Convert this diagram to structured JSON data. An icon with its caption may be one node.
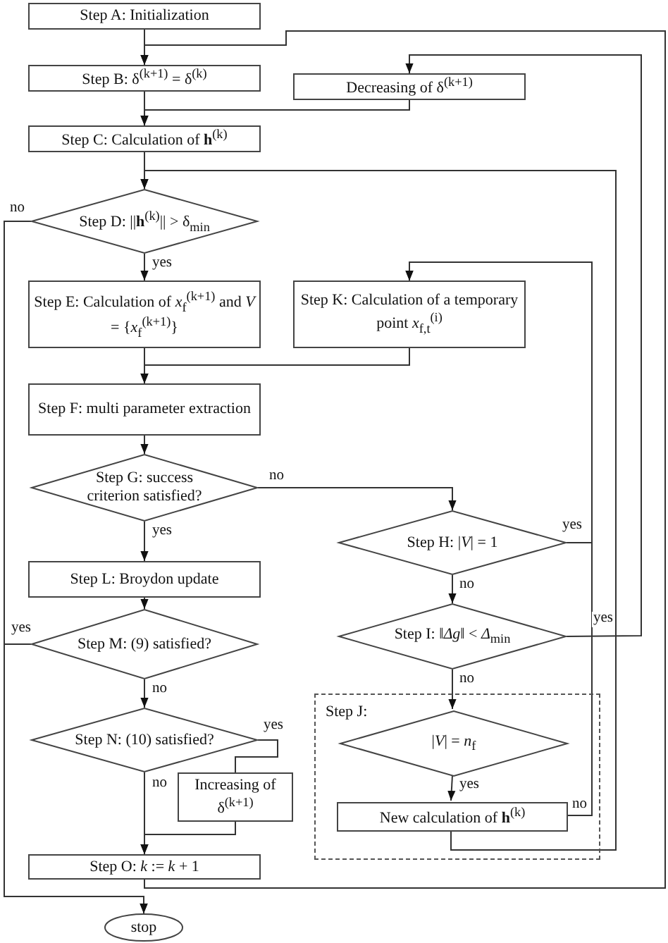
{
  "diagram": {
    "nodes": [
      {
        "text": [
          "Step A: Initialization"
        ]
      },
      {
        "text": [
          "Step B: δ$^{(k+1)}$ = δ$^{(k)}$"
        ]
      },
      {
        "text": [
          "Decreasing of δ$^{(k+1)}$"
        ]
      },
      {
        "text": [
          "Step C: Calculation of **h**$^{(k)}$"
        ]
      },
      {
        "text": [
          "Step D: ||**h**$^{(k)}$|| > δ$_{min}$"
        ]
      },
      {
        "text": [
          "Step E: Calculation of *x*$_{f}$$^{(k+1)}$ and *V* = {*x*$_{f}$$^{(k+1)}$}"
        ]
      },
      {
        "text": [
          "Step K: Calculation of a temporary point *x*$_{f,t}$$^{(i)}$"
        ]
      },
      {
        "text": [
          "Step F: multi parameter extraction"
        ]
      },
      {
        "text": [
          "Step G: success criterion satisfied?"
        ]
      },
      {
        "text": [
          "Step H: |*V*| = 1"
        ]
      },
      {
        "text": [
          "Step L: Broydon update"
        ]
      },
      {
        "text": [
          "Step I: ‖*Δg*‖ < *Δ*$_{min}$"
        ]
      },
      {
        "text": [
          "Step M: (9) satisfied?"
        ]
      },
      {
        "text": [
          "Step J:"
        ]
      },
      {
        "text": [
          "|*V*| = *n*$_{f}$"
        ],
        "in": 13
      },
      {
        "text": [
          "New calculation of **h**$^{(k)}$"
        ],
        "in": 13
      },
      {
        "text": [
          "Step N: (10) satisfied?"
        ]
      },
      {
        "text": [
          "Increasing of δ$^{(k+1)}$"
        ]
      },
      {
        "text": [
          "Step O: *k* := *k* + 1"
        ]
      },
      {
        "text": [
          "stop"
        ]
      }
    ],
    "edges": [
      {
        "from": 0,
        "to": 1,
        "arrow": "to"
      },
      {
        "from": 18,
        "to": 1,
        "arrow": "to"
      },
      {
        "from": 1,
        "to": 3,
        "arrow": "to"
      },
      {
        "from": 2,
        "to": 3,
        "arrow": "to"
      },
      {
        "from": 3,
        "to": 4,
        "arrow": "to"
      },
      {
        "from": 4,
        "to": 5,
        "label": "yes",
        "arrow": "to"
      },
      {
        "from": 4,
        "to": 19,
        "label": "no",
        "arrow": "to"
      },
      {
        "from": 5,
        "to": 7,
        "arrow": "to"
      },
      {
        "from": 6,
        "to": 7,
        "arrow": "to"
      },
      {
        "from": 7,
        "to": 8,
        "arrow": "to"
      },
      {
        "from": 8,
        "to": 9,
        "label": "no",
        "arrow": "to"
      },
      {
        "from": 8,
        "to": 10,
        "label": "yes",
        "arrow": "to"
      },
      {
        "from": 9,
        "to": 6,
        "label": "yes",
        "arrow": "to"
      },
      {
        "from": 9,
        "to": 11,
        "label": "no",
        "arrow": "to"
      },
      {
        "from": 11,
        "to": 2,
        "label": "yes",
        "arrow": "to"
      },
      {
        "from": 10,
        "to": 12,
        "arrow": "to"
      },
      {
        "from": 12,
        "to": 19,
        "label": "yes",
        "arrow": "to"
      },
      {
        "from": 12,
        "to": 16,
        "label": "no",
        "arrow": "to"
      },
      {
        "from": 11,
        "to": 14,
        "label": "no",
        "arrow": "to"
      },
      {
        "from": 14,
        "to": 15,
        "label": "yes",
        "arrow": "to"
      },
      {
        "from": 15,
        "to": 6,
        "label": "no",
        "arrow": "to"
      },
      {
        "from": 15,
        "to": 4,
        "arrow": "to"
      },
      {
        "from": 16,
        "to": 17,
        "label": "yes",
        "arrow": "none"
      },
      {
        "from": 16,
        "to": 18,
        "label": "no",
        "arrow": "to"
      },
      {
        "from": 17,
        "to": 18,
        "arrow": "to"
      }
    ]
  }
}
